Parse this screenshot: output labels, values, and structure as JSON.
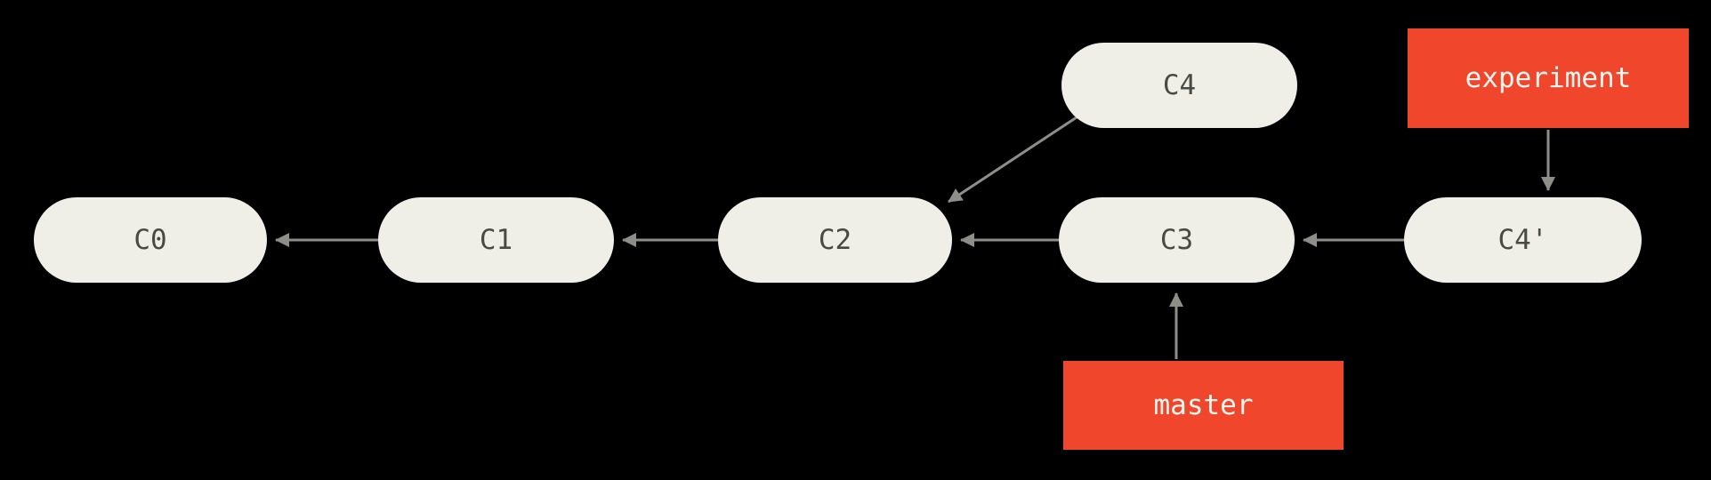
{
  "diagram": {
    "type": "git-commit-graph",
    "colors": {
      "background": "#000000",
      "node_fill": "#f0efe7",
      "node_text": "#4a4a44",
      "branch_fill": "#f0462b",
      "branch_text": "#f7f6f1",
      "arrow": "#8e8e89"
    },
    "commits": [
      {
        "label": "C0"
      },
      {
        "label": "C1"
      },
      {
        "label": "C2"
      },
      {
        "label": "C3"
      },
      {
        "label": "C4"
      },
      {
        "label": "C4'"
      }
    ],
    "branches": [
      {
        "label": "experiment",
        "points_to": "C4'"
      },
      {
        "label": "master",
        "points_to": "C3"
      }
    ],
    "edges": [
      {
        "from": "C1",
        "to": "C0"
      },
      {
        "from": "C2",
        "to": "C1"
      },
      {
        "from": "C3",
        "to": "C2"
      },
      {
        "from": "C4'",
        "to": "C3"
      },
      {
        "from": "C4",
        "to": "C2"
      },
      {
        "from": "experiment",
        "to": "C4'"
      },
      {
        "from": "master",
        "to": "C3"
      }
    ]
  }
}
